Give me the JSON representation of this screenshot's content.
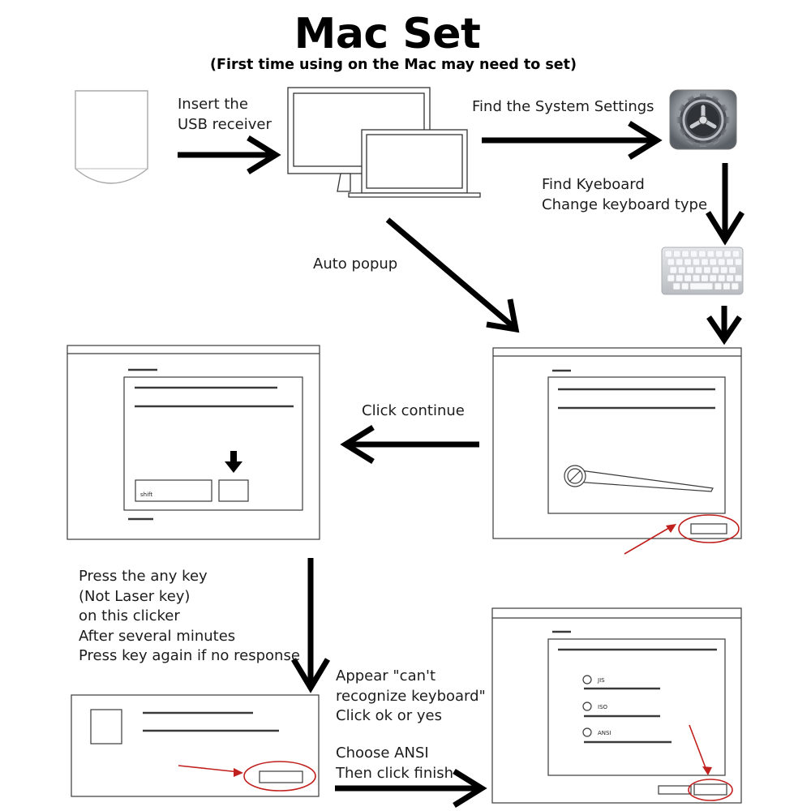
{
  "title": "Mac Set",
  "subtitle": "(First time using on the Mac may need to set)",
  "steps": {
    "insert_usb": "Insert the\nUSB receiver",
    "find_settings": "Find the System Settings",
    "find_keyboard": "Find Kyeboard\nChange keyboard type",
    "auto_popup": "Auto popup",
    "click_continue": "Click continue",
    "press_key": "Press the any key\n(Not Laser key)\non this clicker\nAfter several minutes\nPress key again if no response",
    "appear_cant": "Appear \"can't\nrecognize keyboard\"\nClick ok or yes",
    "choose_ansi": "Choose ANSI\nThen click finish"
  },
  "dialog": {
    "shift_key_label": "shift",
    "options": [
      "JIS",
      "ISO",
      "ANSI"
    ]
  },
  "colors": {
    "arrow": "#000000",
    "highlight": "#c0201e",
    "line": "#3a3a3a"
  },
  "icons": [
    "usb-receiver-icon",
    "computers-icon",
    "system-settings-gear-icon",
    "keyboard-icon"
  ]
}
